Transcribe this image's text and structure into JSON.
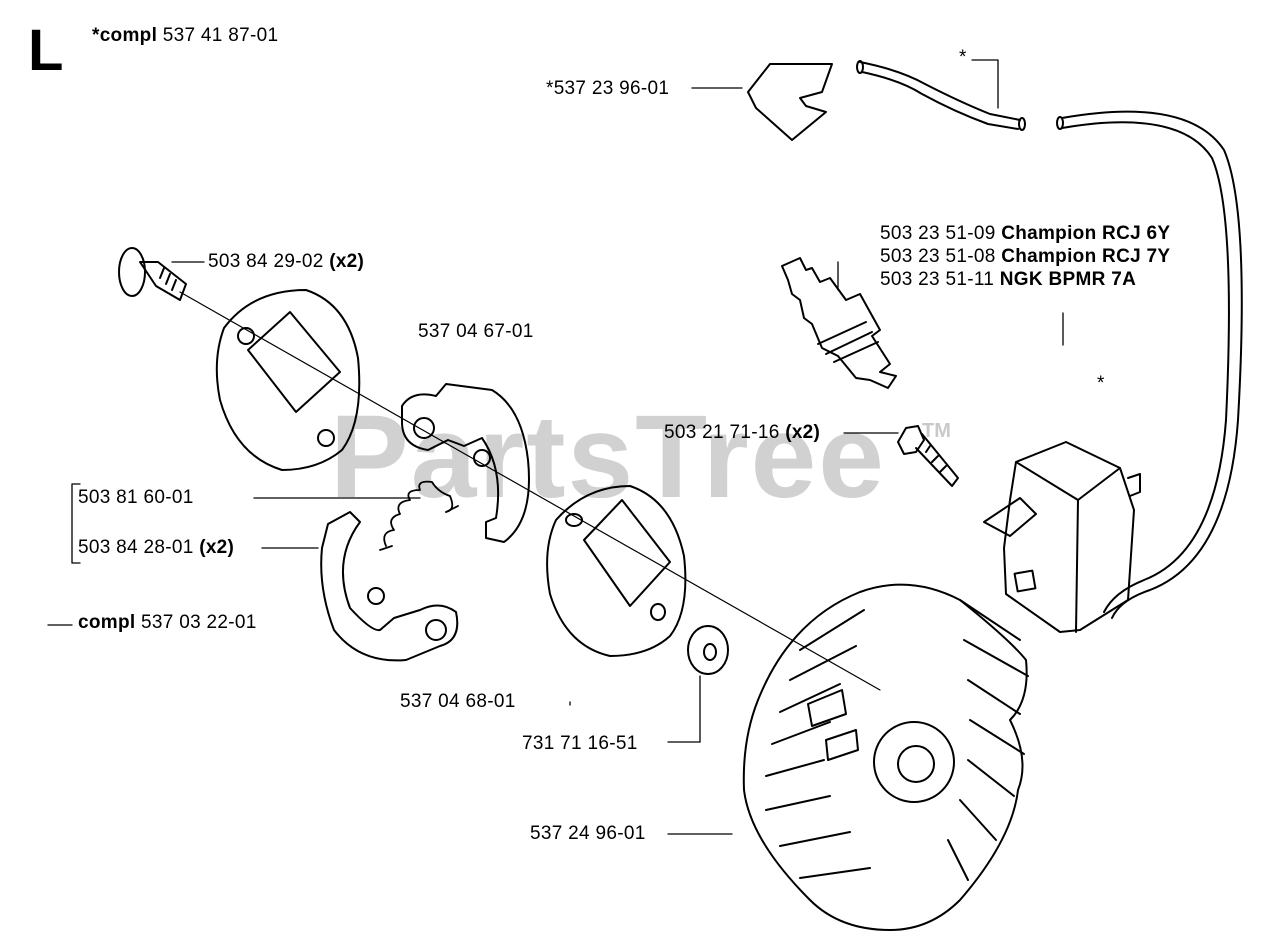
{
  "section_letter": "L",
  "header": {
    "compl_label": "*compl",
    "compl_number": "537 41 87-01"
  },
  "watermark": {
    "text": "PartsTree",
    "tm": "TM"
  },
  "parts": {
    "guard": "*537 23 96-01",
    "hose_star": "*",
    "bolt_top": {
      "number": "503 84 29-02",
      "qty": "(x2)"
    },
    "shoe_upper": "537 04 67-01",
    "spring": "503 81 60-01",
    "bolt_side": {
      "number": "503 84 28-01",
      "qty": "(x2)"
    },
    "clutch": {
      "label": "compl",
      "number": "537 03 22-01"
    },
    "shoe_lower": "537 04 68-01",
    "washer": "731 71 16-51",
    "flywheel": "537 24 96-01",
    "spark_plugs": [
      {
        "number": "503 23 51-09",
        "name": "Champion RCJ 6Y"
      },
      {
        "number": "503 23 51-08",
        "name": "Champion RCJ 7Y"
      },
      {
        "number": "503 23 51-11",
        "name": "NGK BPMR 7A"
      }
    ],
    "screw_ignition": {
      "number": "503 21 71-16",
      "qty": "(x2)"
    },
    "ignition_star": "*"
  }
}
